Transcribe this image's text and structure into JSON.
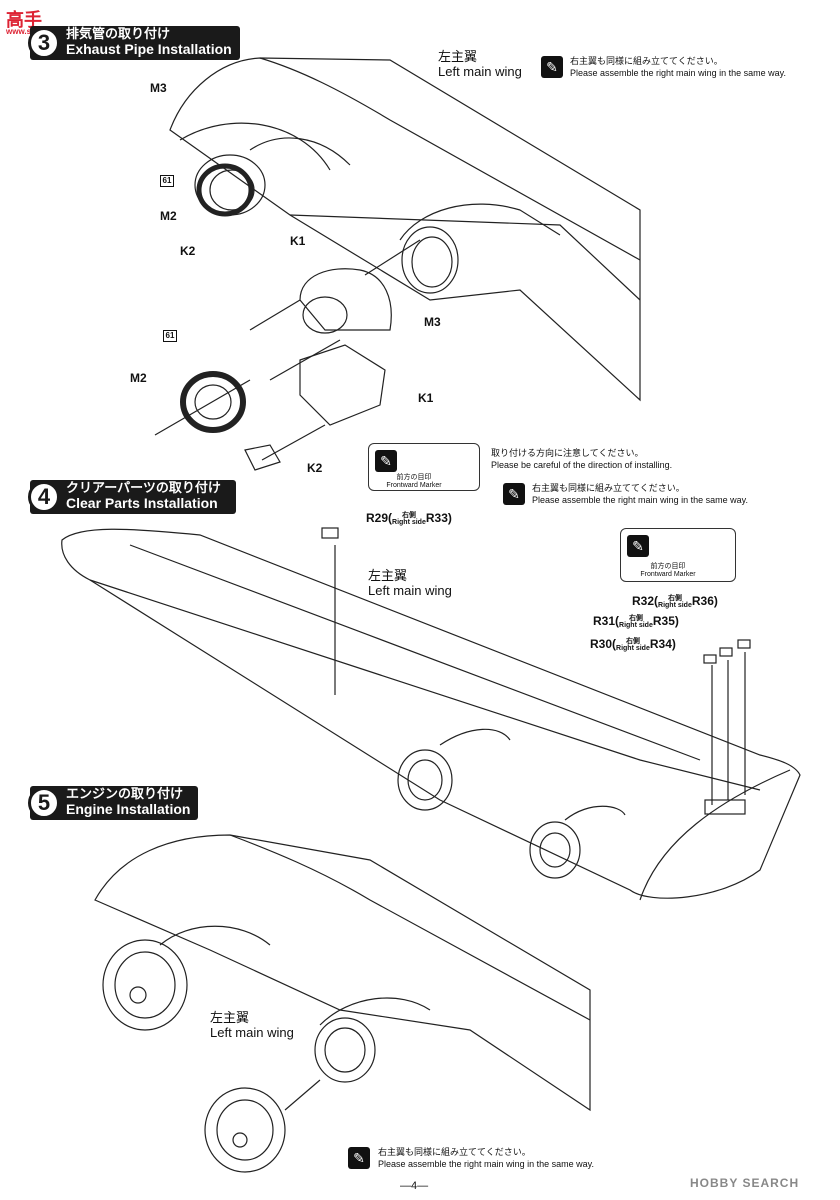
{
  "watermark": {
    "top": "高手",
    "url": "www.sinohobby.com"
  },
  "steps": [
    {
      "num": "3",
      "jp": "排気管の取り付け",
      "en": "Exhaust Pipe Installation"
    },
    {
      "num": "4",
      "jp": "クリアーパーツの取り付け",
      "en": "Clear Parts Installation"
    },
    {
      "num": "5",
      "jp": "エンジンの取り付け",
      "en": "Engine Installation"
    }
  ],
  "wing_labels": {
    "jp": "左主翼",
    "en": "Left main wing"
  },
  "notes": {
    "right_wing_jp": "右主翼も同様に組み立ててください。",
    "right_wing_en": "Please assemble the right main wing in the same way.",
    "direction_jp": "取り付ける方向に注意してください。",
    "direction_en": "Please be careful of the direction of installing."
  },
  "marker": {
    "jp": "前方の目印",
    "en": "Frontward Marker"
  },
  "parts": {
    "m3": "M3",
    "m2": "M2",
    "k1": "K1",
    "k2": "K2",
    "tag": "61",
    "right_jp": "右側",
    "right_en": "Right side",
    "r29": "R29(",
    "r33": "R33)",
    "r32": "R32(",
    "r36": "R36)",
    "r31": "R31(",
    "r35": "R35)",
    "r30": "R30(",
    "r34": "R34)"
  },
  "footer": {
    "page": "—4—",
    "brand": "HOBBY SEARCH"
  }
}
